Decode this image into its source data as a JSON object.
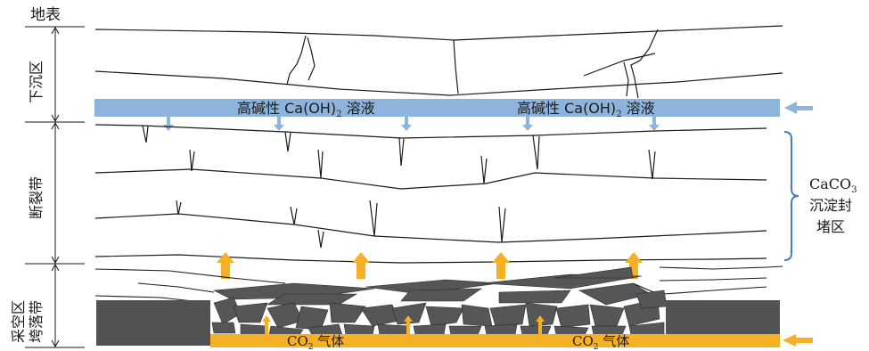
{
  "labels": {
    "surface": "地表",
    "subsidence_zone": "下沉区",
    "fracture_zone": "断裂带",
    "caving_zone_line1": "采空区",
    "caving_zone_line2": "垮落带",
    "solution_prefix": "高碱性 Ca(OH)",
    "solution_sub": "2",
    "solution_suffix": " 溶液",
    "gas_prefix": "CO",
    "gas_sub": "2",
    "gas_suffix": " 气体",
    "sealing_formula": "CaCO",
    "sealing_formula_sub": "3",
    "sealing_line2": "沉淀封",
    "sealing_line3": "堵区"
  },
  "colors": {
    "solution_band": "#8db4dc",
    "gas_band": "#f5b025",
    "rock_fill": "#545658",
    "pillar_fill": "#505254",
    "line": "#1a1a1a",
    "bracket": "#4a7bbd"
  }
}
